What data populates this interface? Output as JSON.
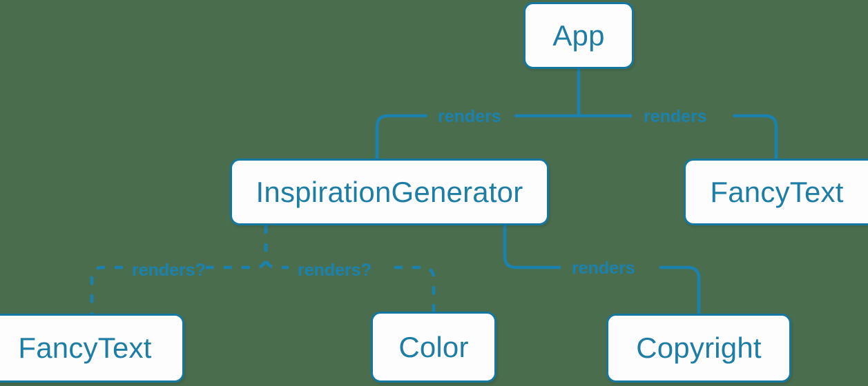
{
  "diagram": {
    "title": "React component render tree",
    "type": "tree-diagram",
    "background_color": "#4a6e4d",
    "node_fill_color": "#fdfdfd",
    "node_border_color": "#1577a0",
    "text_color": "#1d7da4",
    "edge_color": "#1b82b0",
    "nodes": [
      {
        "id": "app",
        "label": "App"
      },
      {
        "id": "inspiration",
        "label": "InspirationGenerator"
      },
      {
        "id": "fancytext-right",
        "label": "FancyText"
      },
      {
        "id": "fancytext-left",
        "label": "FancyText"
      },
      {
        "id": "color",
        "label": "Color"
      },
      {
        "id": "copyright",
        "label": "Copyright"
      }
    ],
    "edges": [
      {
        "id": "app-inspiration",
        "from": "app",
        "to": "inspiration",
        "label": "renders",
        "style": "solid"
      },
      {
        "id": "app-fancytext",
        "from": "app",
        "to": "fancytext-right",
        "label": "renders",
        "style": "solid"
      },
      {
        "id": "inspiration-fancytext",
        "from": "inspiration",
        "to": "fancytext-left",
        "label": "renders?",
        "style": "dashed"
      },
      {
        "id": "inspiration-color",
        "from": "inspiration",
        "to": "color",
        "label": "renders?",
        "style": "dashed"
      },
      {
        "id": "inspiration-copyright",
        "from": "inspiration",
        "to": "copyright",
        "label": "renders",
        "style": "solid"
      }
    ]
  }
}
